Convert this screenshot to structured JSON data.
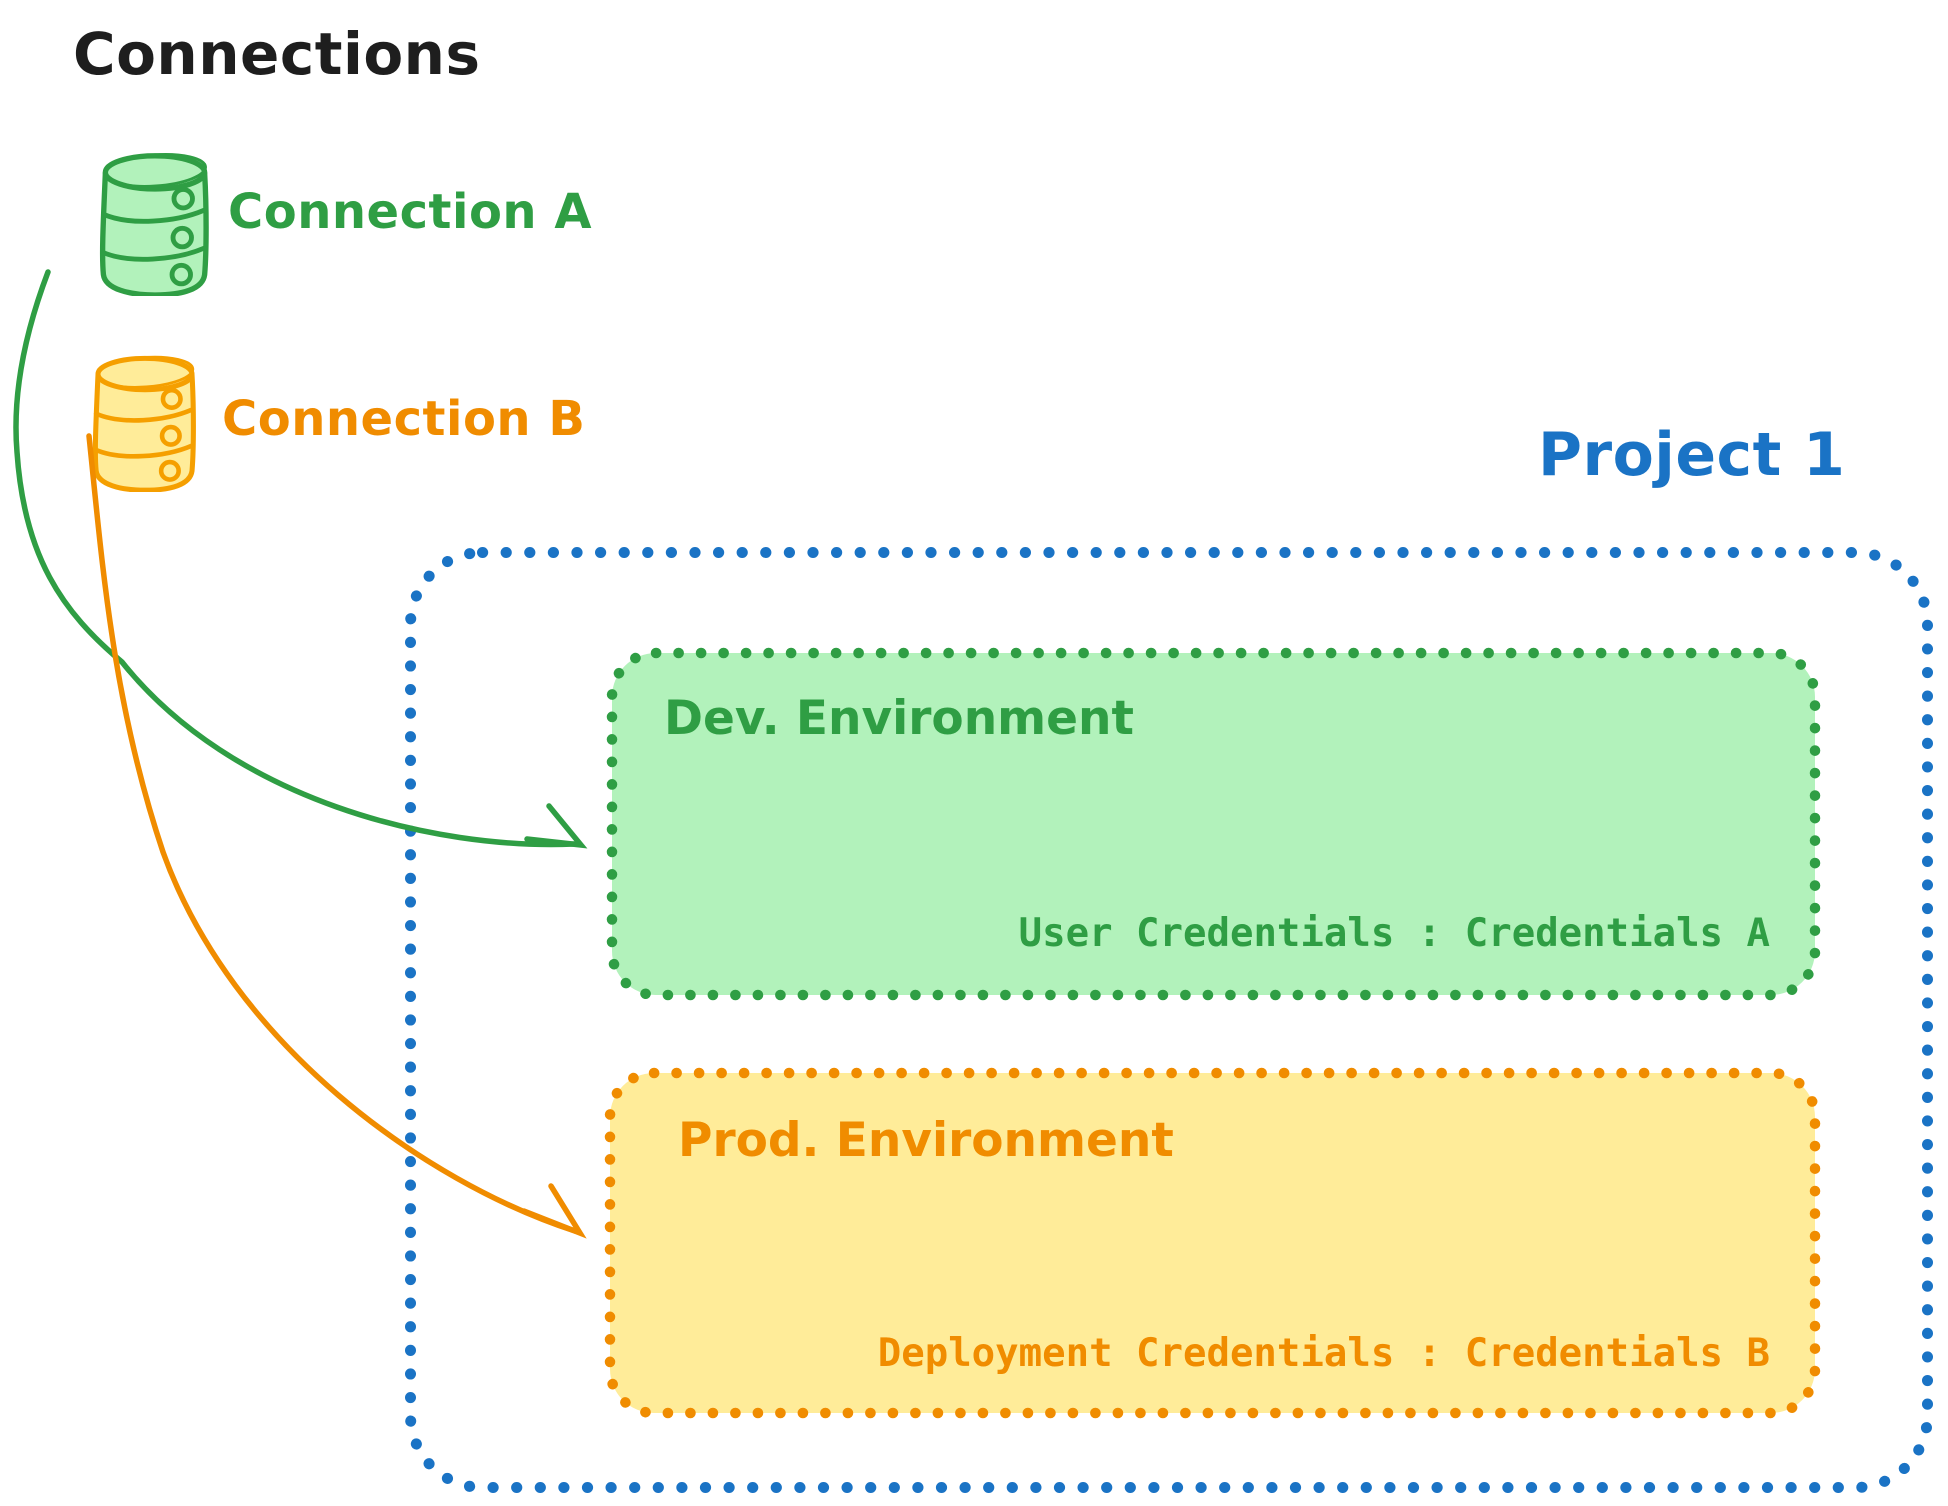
{
  "title": "Connections",
  "connections": [
    {
      "id": "a",
      "label": "Connection A",
      "icon": "database-icon",
      "color": "#2f9e44",
      "fill": "#b2f2bb"
    },
    {
      "id": "b",
      "label": "Connection B",
      "icon": "database-icon",
      "color": "#f59f00",
      "fill": "#ffec99"
    }
  ],
  "project": {
    "title": "Project 1",
    "border_color": "#1a73c5",
    "environments": [
      {
        "name": "Dev. Environment",
        "credentials": "User Credentials : Credentials A",
        "color": "#2f9e44",
        "fill": "#b2f2bb",
        "linked_connection": "Connection A"
      },
      {
        "name": "Prod. Environment",
        "credentials": "Deployment Credentials : Credentials B",
        "color": "#f08c00",
        "fill": "#ffec99",
        "linked_connection": "Connection B"
      }
    ]
  },
  "palette": {
    "ink": "#1e1e1e",
    "blue": "#1a73c5",
    "green": "#2f9e44",
    "green_fill": "#b2f2bb",
    "orange": "#f08c00",
    "orange_light": "#f59f00",
    "yellow_fill": "#ffec99"
  }
}
